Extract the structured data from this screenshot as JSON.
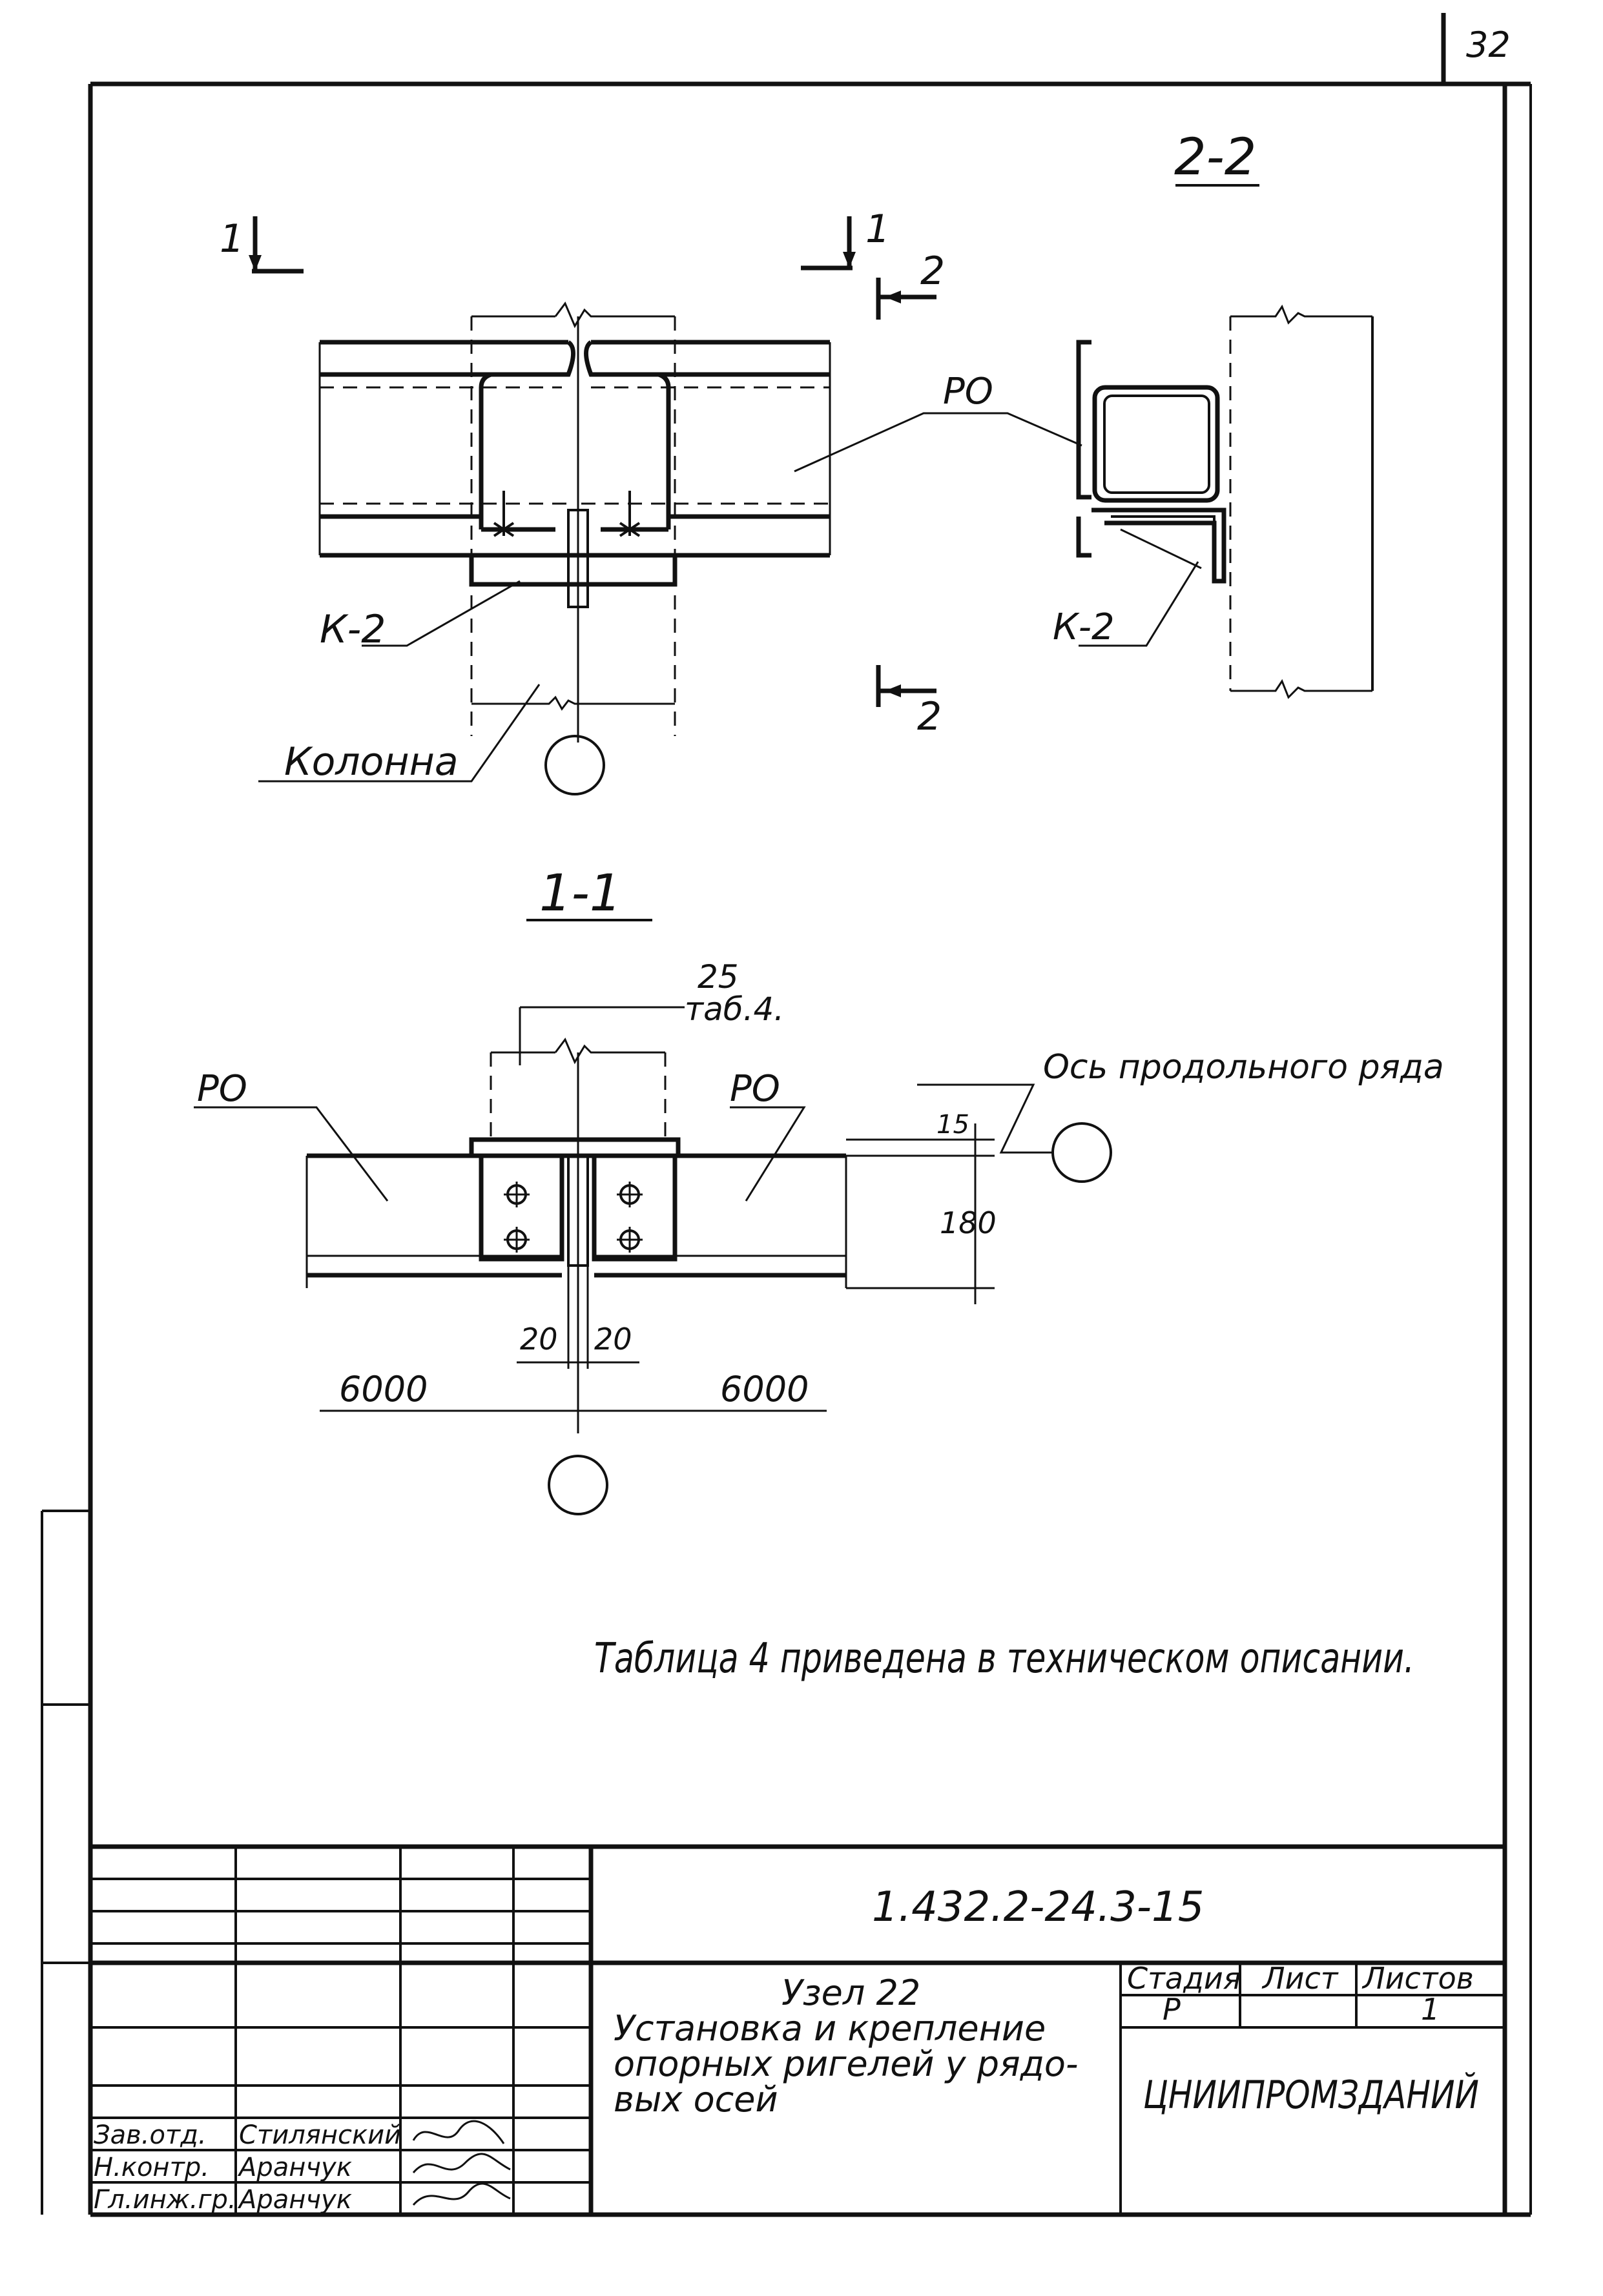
{
  "sheet": {
    "page_number": "32"
  },
  "section_2_2": {
    "title": "2-2",
    "cut_mark": "2",
    "label_beam": "РО",
    "label_knee": "К-2"
  },
  "section_top_plan": {
    "cut_mark": "1",
    "label_knee": "К-2",
    "label_column": "Колонна"
  },
  "section_1_1": {
    "title": "1-1",
    "dim_top_value": "25",
    "dim_top_note": "таб.4.",
    "label_beam_left": "РО",
    "label_beam_right": "РО",
    "label_axis": "Ось продольного ряда",
    "dim_15": "15",
    "dim_180": "180",
    "dim_20_left": "20",
    "dim_20_right": "20",
    "span_left": "6000",
    "span_right": "6000"
  },
  "note": "Таблица 4 приведена в техническом описании.",
  "title_block": {
    "doc_code": "1.432.2-24.3-15",
    "title_line1": "Узел 22",
    "title_line2": "Установка и крепление",
    "title_line3": "опорных ригелей у рядо-",
    "title_line4": "вых осей",
    "stage_header": "Стадия",
    "sheet_header": "Лист",
    "sheets_header": "Листов",
    "stage_value": "Р",
    "sheets_value": "1",
    "organization": "ЦНИИПРОМЗДАНИЙ",
    "signers": [
      {
        "role": "Зав.отд.",
        "name": "Стилянский"
      },
      {
        "role": "Н.контр.",
        "name": "Аранчук"
      },
      {
        "role": "Гл.инж.гр.",
        "name": "Аранчук"
      }
    ]
  }
}
